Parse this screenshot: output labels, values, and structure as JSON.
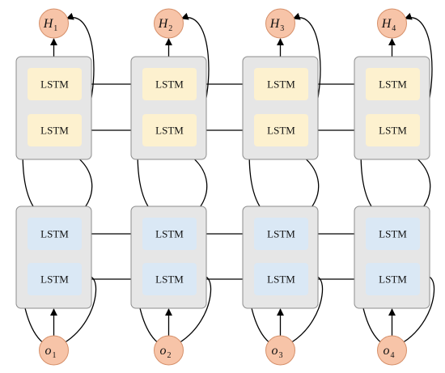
{
  "cell_label": "LSTM",
  "output_nodes": [
    {
      "letter": "H",
      "sub": "1"
    },
    {
      "letter": "H",
      "sub": "2"
    },
    {
      "letter": "H",
      "sub": "3"
    },
    {
      "letter": "H",
      "sub": "4"
    }
  ],
  "input_nodes": [
    {
      "letter": "o",
      "sub": "1"
    },
    {
      "letter": "o",
      "sub": "2"
    },
    {
      "letter": "o",
      "sub": "3"
    },
    {
      "letter": "o",
      "sub": "4"
    }
  ],
  "colors": {
    "top_lstm": "#fdf1cf",
    "bottom_lstm": "#dae8f5",
    "node_fill": "#f7c4a8",
    "cell_box": "#e6e6e6"
  }
}
